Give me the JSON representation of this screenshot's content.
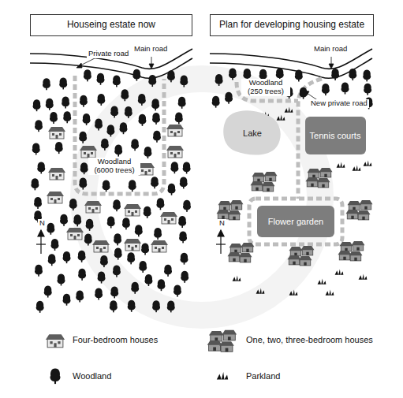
{
  "diagram": {
    "nodes": [
      {
        "text": [
          "Houseing estate now"
        ]
      },
      {
        "text": [
          "Plan for developing housing estate"
        ]
      },
      {
        "text": [
          "Lake"
        ]
      },
      {
        "text": [
          "Tennis courts"
        ]
      },
      {
        "text": [
          "Flower garden"
        ]
      }
    ],
    "labels": [
      "Private road",
      "Main road",
      "Woodland (6000 trees)",
      "N",
      "Main road",
      "Woodland (250 trees)",
      "New private road",
      "N"
    ],
    "legend": [
      {
        "text": "Four-bedroom houses"
      },
      {
        "text": "One, two, three-bedroom houses"
      },
      {
        "text": "Woodland"
      },
      {
        "text": "Parkland"
      }
    ]
  }
}
